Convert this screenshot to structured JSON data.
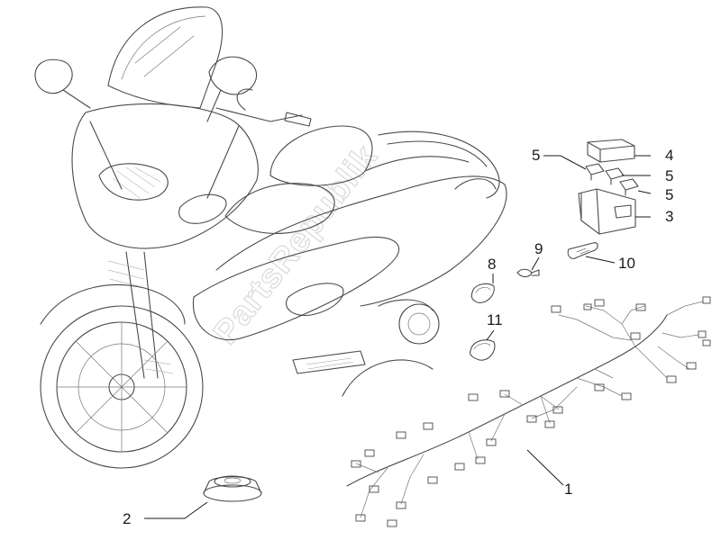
{
  "watermark": "PartsRepublik",
  "callouts": {
    "c1": "1",
    "c2": "2",
    "c3": "3",
    "c4": "4",
    "c5a": "5",
    "c5b": "5",
    "c5c": "5",
    "c8": "8",
    "c9": "9",
    "c10": "10",
    "c11": "11"
  }
}
